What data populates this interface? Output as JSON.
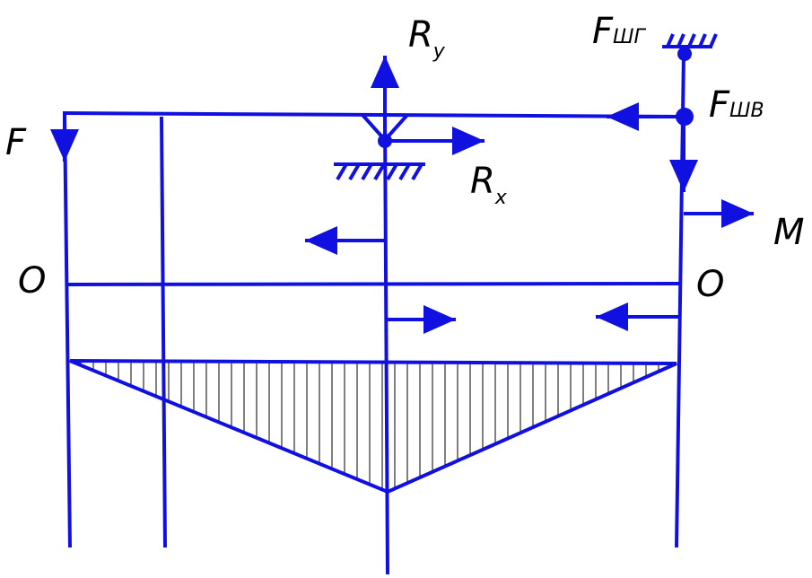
{
  "colors": {
    "line": "#1010e0",
    "text": "#000000",
    "hatch": "#000000",
    "background": "#ffffff"
  },
  "labels": {
    "F": "F",
    "Ry_main": "R",
    "Ry_sub": "y",
    "Rx_main": "R",
    "Rx_sub": "x",
    "Fshg_main": "F",
    "Fshg_sub": "ШГ",
    "Fshv_main": "F",
    "Fshv_sub": "ШВ",
    "M": "M",
    "O_left": "O",
    "O_right": "O"
  }
}
